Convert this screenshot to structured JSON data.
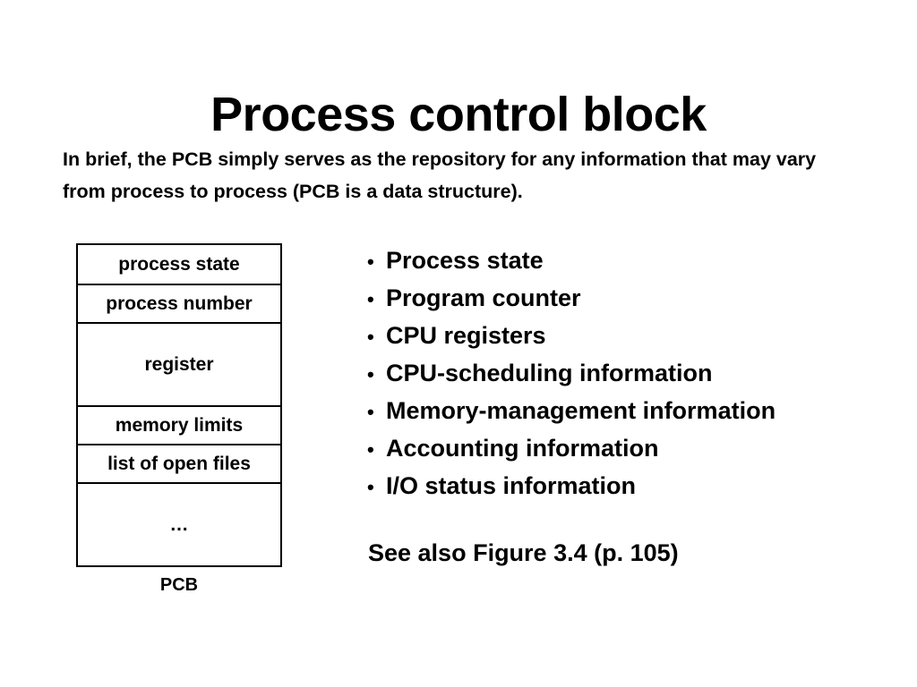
{
  "title": "Process control block",
  "intro": "In brief, the PCB simply serves as the repository for any information that may vary from process to process (PCB is a data structure).",
  "pcb": {
    "rows": [
      {
        "label": "process state",
        "size": "short"
      },
      {
        "label": "process number",
        "size": "short"
      },
      {
        "label": "register",
        "size": "tall"
      },
      {
        "label": "memory limits",
        "size": "short"
      },
      {
        "label": "list of open files",
        "size": "short"
      },
      {
        "label": "…",
        "size": "tall"
      }
    ],
    "caption": "PCB"
  },
  "bullets": [
    "Process state",
    "Program counter",
    "CPU registers",
    "CPU-scheduling information",
    "Memory-management information",
    "Accounting information",
    "I/O status information"
  ],
  "bullet_glyph": "•",
  "see_also": "See also Figure 3.4 (p. 105)"
}
